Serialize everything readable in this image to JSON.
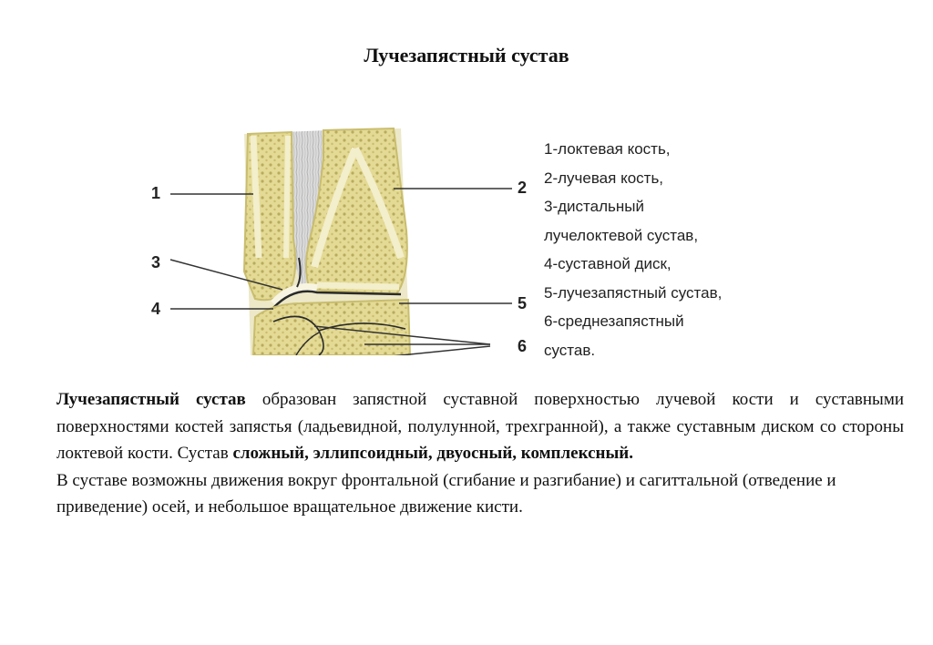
{
  "title": "Лучезапястный сустав",
  "figure": {
    "callouts": [
      "1",
      "2",
      "3",
      "4",
      "5",
      "6"
    ]
  },
  "legend": [
    "1-локтевая кость,",
    "2-лучевая кость,",
    "3-дистальный",
    "лучелоктевой сустав,",
    "4-суставной диск,",
    "5-лучезапястный сустав,",
    "6-среднезапястный",
    "сустав."
  ],
  "paragraph1": {
    "bold_lead": "Лучезапястный сустав",
    "text": " образован запястной суставной поверхностью лучевой кости и суставными поверхностями костей запястья (ладьевидной, полулунной, трехгранной), а также суставным диском со стороны локтевой кости. Сустав ",
    "bold_tail": "сложный, эллипсоидный, двуосный, комплексный."
  },
  "paragraph2": "В суставе возможны движения вокруг фронтальной (сгибание и разгибание) и сагиттальной (отведение и приведение) осей, и небольшое вращательное движение кисти.",
  "colors": {
    "bone_fill": "#e6dd9a",
    "bone_edge": "#c9bd6e",
    "cortex": "#f3eecb",
    "ligament": "#cfcfcf",
    "joint_line": "#2a2a2a"
  }
}
